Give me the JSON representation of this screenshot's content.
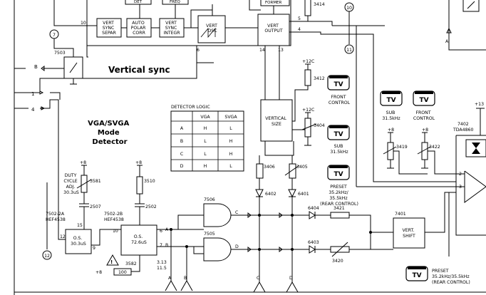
{
  "blocks": {
    "det": "DET",
    "freq": "FREQ",
    "former": "FORMER",
    "vert_sync_separ": [
      "VERT",
      "SYNC",
      "SEPAR"
    ],
    "auto_polar_corr": [
      "AUTO",
      "POLAR",
      "CORR"
    ],
    "vert_sync_integr": [
      "VERT",
      "SYNC",
      "INTEGR"
    ],
    "vert_osc": [
      "VERT",
      "OSC"
    ],
    "vert_output": [
      "VERT",
      "OUTPUT"
    ],
    "vertical_size": [
      "VERTICAL",
      "SIZE"
    ],
    "vert_shift": [
      "VERT.",
      "SHIFT"
    ],
    "os1": [
      "O.S.",
      "30.3uS"
    ],
    "os2": [
      "O.S.",
      "72.6uS"
    ]
  },
  "pins": {
    "p10": "10",
    "p5": "5",
    "p4": "4",
    "p6": "6",
    "p14": "14",
    "p13": "13",
    "p2": "2",
    "p3": "3",
    "p12": "12",
    "p15": "15",
    "p9": "9",
    "p1": "1",
    "p4b": "4",
    "p7": "7"
  },
  "nodes": {
    "n7": "7",
    "n10": "10",
    "n11": "11",
    "n12": "12"
  },
  "labels": {
    "vertical_sync": "Vertical sync",
    "mode_detector": [
      "VGA/SVGA",
      "Mode",
      "Detector"
    ],
    "detector_logic": "DETECTOR LOGIC",
    "duty_cycle": [
      "DUTY",
      "CYCLE",
      "ADJ.",
      "30.3uS"
    ],
    "front_control": [
      "FRONT",
      "CONTROL"
    ],
    "sub_freq": [
      "SUB",
      "31.5kHz"
    ],
    "preset": [
      "PRESET",
      "35.2kHz/",
      "35.5kHz",
      "(REAR CONTROL)"
    ],
    "sub_top": [
      "SUB",
      "31.5kHz"
    ],
    "front_top": [
      "FRONT",
      "CONTROL"
    ],
    "preset_bottom": [
      "PRESET",
      "35.2kHz/35.5kHz",
      "(REAR CONTROL)"
    ],
    "tda": [
      "7402",
      "TDA4860"
    ],
    "hef1": [
      "7502-2A",
      "HEF4538"
    ],
    "hef2": [
      "7502-2B",
      "HEF4538"
    ],
    "val_313": "3.13",
    "val_115": "11.5",
    "tv": "TV",
    "letters": {
      "A": "A",
      "B": "B",
      "C": "C",
      "D": "D"
    },
    "sig_a": "A",
    "sig_b": "B",
    "sig_c": "C",
    "sig_d": "D",
    "in_b": "B",
    "in_1": "1",
    "in_4": "4",
    "plus8": "+8",
    "plus12": "+12C",
    "plus13": "+13",
    "warn": "!"
  },
  "parts": {
    "r3414": "3414",
    "r3412": "3412",
    "r3404": "3404",
    "r3406": "3406",
    "r3405": "3405",
    "d6402": "6402",
    "d6401": "6401",
    "d6404": "6404",
    "d6403": "6403",
    "r3421": "3421",
    "r3420": "3420",
    "u7401": "7401",
    "r3419": "3419",
    "r3422": "3422",
    "r3581": "3581",
    "c2507": "2507",
    "r3510": "3510",
    "c2502": "2502",
    "r3582": "3582",
    "r100": "100",
    "u7506": "7506",
    "u7505": "7505",
    "u7503": "7503"
  },
  "table": {
    "headers": [
      "",
      "VGA",
      "SVGA"
    ],
    "rows": [
      [
        "A",
        "H",
        "L"
      ],
      [
        "B",
        "L",
        "H"
      ],
      [
        "C",
        "L",
        "H"
      ],
      [
        "D",
        "H",
        "L"
      ]
    ]
  }
}
